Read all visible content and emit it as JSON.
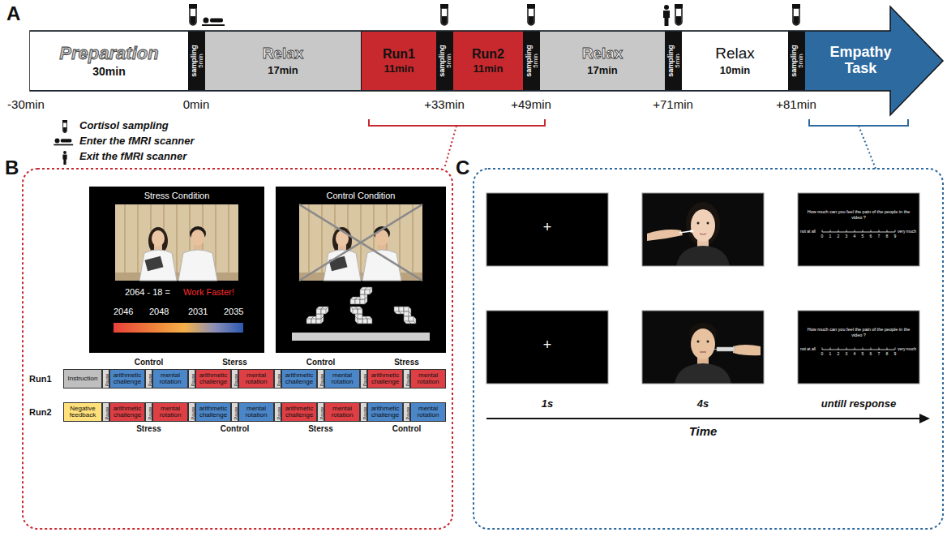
{
  "diagram": {
    "nodes": [
      {
        "text": [
          "Preparation",
          "30min"
        ]
      },
      {
        "text": [
          "sampling",
          "5min"
        ]
      },
      {
        "text": [
          "Relax",
          "17min"
        ]
      },
      {
        "text": [
          "Run1",
          "11min"
        ]
      },
      {
        "text": [
          "sampling",
          "5min"
        ]
      },
      {
        "text": [
          "Run2",
          "11min"
        ]
      },
      {
        "text": [
          "sampling",
          "5min"
        ]
      },
      {
        "text": [
          "Relax",
          "17min"
        ]
      },
      {
        "text": [
          "sampling",
          "5min"
        ]
      },
      {
        "text": [
          "Relax",
          "10min"
        ]
      },
      {
        "text": [
          "sampling",
          "5min"
        ]
      },
      {
        "text": [
          "Empathy Task"
        ]
      },
      {
        "text": [
          "Stress Condition",
          "2064 - 18 =",
          "Work Faster!",
          "2046",
          "2048",
          "2031",
          "2035"
        ]
      },
      {
        "text": [
          "Control Condition"
        ]
      },
      {
        "text": [
          "Instruction"
        ]
      },
      {
        "text": [
          "Pause"
        ]
      },
      {
        "text": [
          "Control"
        ]
      },
      {
        "text": [
          "arithmetic challenge"
        ],
        "in": 16
      },
      {
        "text": [
          "Pause"
        ],
        "in": 16
      },
      {
        "text": [
          "mental rotation"
        ],
        "in": 16
      },
      {
        "text": [
          "Pause"
        ]
      },
      {
        "text": [
          "Sterss"
        ]
      },
      {
        "text": [
          "arithmetic challenge"
        ],
        "in": 21
      },
      {
        "text": [
          "Pause"
        ],
        "in": 21
      },
      {
        "text": [
          "mental rotation"
        ],
        "in": 21
      },
      {
        "text": [
          "Pause"
        ]
      },
      {
        "text": [
          "Control"
        ]
      },
      {
        "text": [
          "arithmetic challenge"
        ],
        "in": 26
      },
      {
        "text": [
          "Pause"
        ],
        "in": 26
      },
      {
        "text": [
          "mental rotation"
        ],
        "in": 26
      },
      {
        "text": [
          "Pause"
        ]
      },
      {
        "text": [
          "Stress"
        ]
      },
      {
        "text": [
          "arithmetic challenge"
        ],
        "in": 31
      },
      {
        "text": [
          "Pause"
        ],
        "in": 31
      },
      {
        "text": [
          "mental rotation"
        ],
        "in": 31
      },
      {
        "text": [
          "Negative feedback"
        ]
      },
      {
        "text": [
          "Pause"
        ]
      },
      {
        "text": [
          "Stress"
        ]
      },
      {
        "text": [
          "arithmetic challenge"
        ],
        "in": 37
      },
      {
        "text": [
          "Pause"
        ],
        "in": 37
      },
      {
        "text": [
          "mental rotation"
        ],
        "in": 37
      },
      {
        "text": [
          "Pause"
        ]
      },
      {
        "text": [
          "Control"
        ]
      },
      {
        "text": [
          "arithmetic challenge"
        ],
        "in": 42
      },
      {
        "text": [
          "Pause"
        ],
        "in": 42
      },
      {
        "text": [
          "mental rotation"
        ],
        "in": 42
      },
      {
        "text": [
          "Pause"
        ]
      },
      {
        "text": [
          "Sterss"
        ]
      },
      {
        "text": [
          "arithmetic challenge"
        ],
        "in": 47
      },
      {
        "text": [
          "Pause"
        ],
        "in": 47
      },
      {
        "text": [
          "mental rotation"
        ],
        "in": 47
      },
      {
        "text": [
          "Pause"
        ]
      },
      {
        "text": [
          "Control"
        ]
      },
      {
        "text": [
          "arithmetic challenge"
        ],
        "in": 52
      },
      {
        "text": [
          "Pause"
        ],
        "in": 52
      },
      {
        "text": [
          "mental rotation"
        ],
        "in": 52
      },
      {
        "text": [
          "+"
        ]
      },
      {
        "text": [
          "How much can you feel the pain of the people in the video ?",
          "not at all",
          "0",
          "1",
          "2",
          "3",
          "4",
          "5",
          "6",
          "7",
          "8",
          "9",
          "very much"
        ]
      },
      {
        "text": [
          "+"
        ]
      },
      {
        "text": [
          "How much can you feel the pain of the people in the video ?",
          "not at all",
          "0",
          "1",
          "2",
          "3",
          "4",
          "5",
          "6",
          "7",
          "8",
          "9",
          "very much"
        ]
      }
    ],
    "labels": [
      "A",
      "B",
      "C",
      "-30min",
      "0min",
      "+33min",
      "+49min",
      "+71min",
      "+81min",
      "Run1",
      "Run2",
      "1s",
      "4s",
      "untill response",
      "Time"
    ],
    "legend": [
      {
        "text": "Cortisol sampling"
      },
      {
        "text": "Enter the fMRI scanner"
      },
      {
        "text": "Exit the fMRI scanner"
      }
    ]
  }
}
